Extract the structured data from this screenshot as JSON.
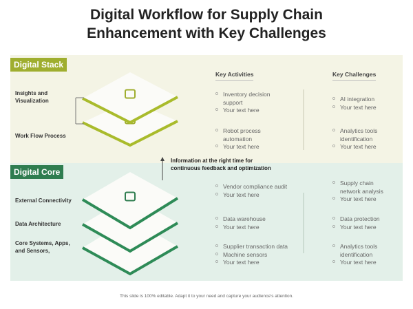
{
  "title": {
    "line1": "Digital Workflow for Supply Chain",
    "line2": "Enhancement with Key Challenges"
  },
  "colors": {
    "stack": "#9fae2f",
    "core": "#2f7d50",
    "stack_stripe": "#a9bb2c",
    "core_stripe": "#2e8b57"
  },
  "stack": {
    "label": "Digital Stack",
    "layers": [
      {
        "label1": "Insights and",
        "label2": "Visualization",
        "icon": "monitor-chart-icon"
      },
      {
        "label1": "Work Flow Process",
        "icon": "workflow-icon"
      }
    ]
  },
  "core": {
    "label": "Digital Core",
    "layers": [
      {
        "label1": "External Connectivity",
        "icon": "network-icon"
      },
      {
        "label1": "Data Architecture",
        "icon": "data-icon"
      },
      {
        "label1": "Core Systems, Apps,",
        "label2": "and Sensors,",
        "icon": "systems-icon"
      }
    ]
  },
  "headers": {
    "activities": "Key Activities",
    "challenges": "Key Challenges"
  },
  "info": {
    "line1": "Information at the right time for",
    "line2": "continuous feedback and optimization"
  },
  "activities": [
    [
      [
        "Inventory decision",
        "support"
      ],
      [
        "Your text here"
      ]
    ],
    [
      [
        "Robot process",
        "automation"
      ],
      [
        "Your text here"
      ]
    ],
    [
      [
        "Vendor compliance audit"
      ],
      [
        "Your text here"
      ]
    ],
    [
      [
        "Data warehouse"
      ],
      [
        "Your text here"
      ]
    ],
    [
      [
        "Supplier transaction data"
      ],
      [
        "Machine sensors"
      ],
      [
        "Your text here"
      ]
    ]
  ],
  "challenges": [
    [
      [
        "AI integration"
      ],
      [
        "Your text here"
      ]
    ],
    [
      [
        "Analytics tools",
        "identification"
      ],
      [
        "Your text here"
      ]
    ],
    [
      [
        "Supply chain",
        "network analysis"
      ],
      [
        "Your text here"
      ]
    ],
    [
      [
        "Data protection"
      ],
      [
        "Your text here"
      ]
    ],
    [
      [
        "Analytics tools",
        "identification"
      ],
      [
        "Your text here"
      ]
    ]
  ],
  "footer": "This slide is 100% editable. Adapt it to your need and capture your audience's attention."
}
